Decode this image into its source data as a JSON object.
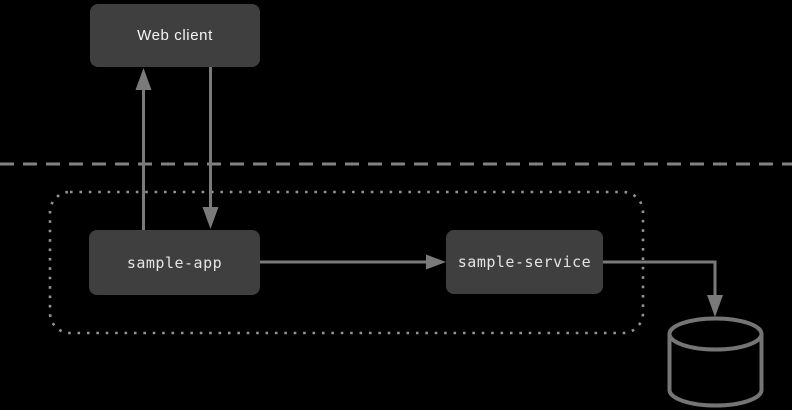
{
  "diagram": {
    "title": "service-architecture-diagram",
    "nodes": {
      "web_client": {
        "label": "Web client",
        "shape": "rounded-rect"
      },
      "sample_app": {
        "label": "sample-app",
        "shape": "rounded-rect"
      },
      "sample_service": {
        "label": "sample-service",
        "shape": "rounded-rect"
      },
      "database": {
        "label": "",
        "shape": "cylinder",
        "icon": "database-cylinder-icon"
      }
    },
    "edges": [
      {
        "from": "sample_app",
        "to": "web_client",
        "type": "arrow",
        "direction": "up"
      },
      {
        "from": "web_client",
        "to": "sample_app",
        "type": "arrow",
        "direction": "down"
      },
      {
        "from": "sample_app",
        "to": "sample_service",
        "type": "arrow",
        "direction": "right"
      },
      {
        "from": "sample_service",
        "to": "database",
        "type": "arrow",
        "direction": "right-then-down"
      }
    ],
    "boundaries": {
      "network_separator": {
        "style": "dashed-horizontal-line",
        "spans": "full-width"
      },
      "cluster_group": {
        "style": "dotted-rounded-rect",
        "contains": [
          "sample_app",
          "sample_service"
        ]
      }
    },
    "colors": {
      "background": "#000000",
      "node_fill": "#3F3F3F",
      "node_text_light": "#F7F7F7",
      "node_text_mono": "#E4E4E4",
      "edge_line": "#7A7A7A",
      "dashed_separator": "#828282",
      "dotted_border": "#949494",
      "cylinder_stroke": "#757575"
    }
  }
}
